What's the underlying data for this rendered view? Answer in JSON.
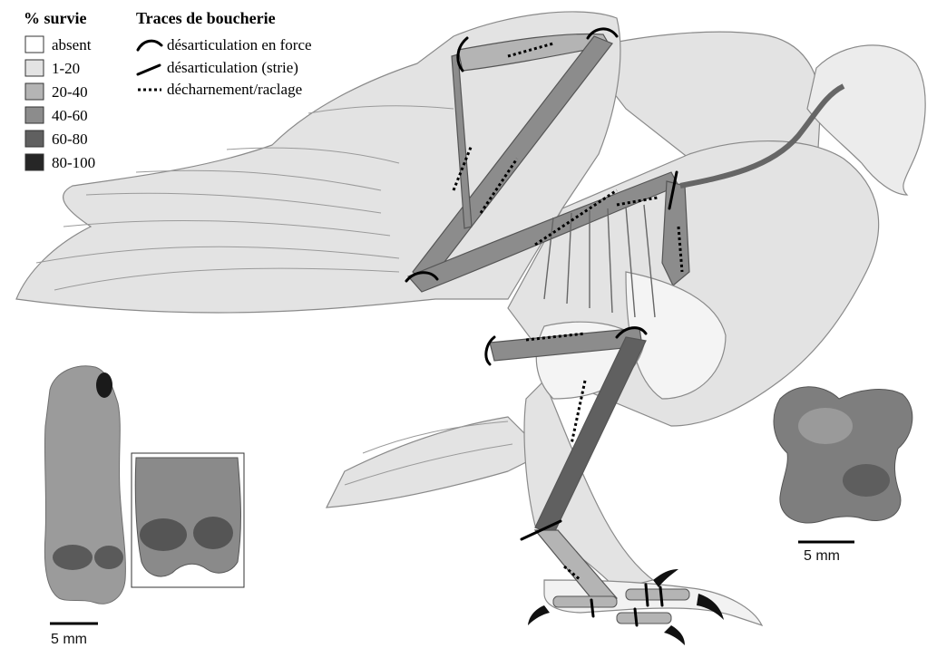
{
  "legend_survie": {
    "title": "% survie",
    "items": [
      {
        "label": "absent",
        "color": "#ffffff"
      },
      {
        "label": "1-20",
        "color": "#e3e3e3"
      },
      {
        "label": "20-40",
        "color": "#b4b4b4"
      },
      {
        "label": "40-60",
        "color": "#8c8c8c"
      },
      {
        "label": "60-80",
        "color": "#606060"
      },
      {
        "label": "80-100",
        "color": "#262626"
      }
    ]
  },
  "legend_traces": {
    "title": "Traces de boucherie",
    "items": [
      {
        "label": "désarticulation en force",
        "icon": "curved-line-icon"
      },
      {
        "label": "désarticulation (strie)",
        "icon": "straight-line-icon"
      },
      {
        "label": "décharnement/raclage",
        "icon": "dotted-line-icon"
      }
    ]
  },
  "scale_bars": {
    "left": "5 mm",
    "right": "5 mm"
  }
}
